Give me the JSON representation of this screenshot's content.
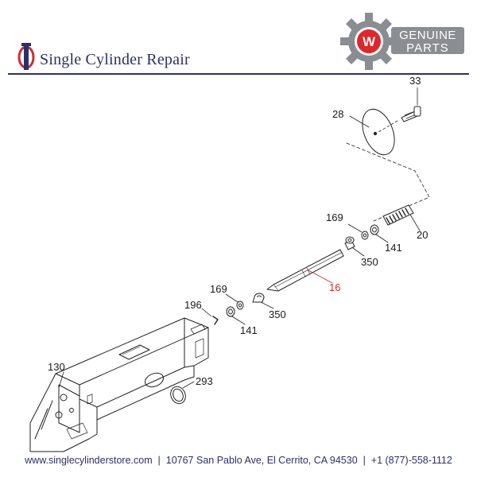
{
  "header": {
    "brand_name": "Single Cylinder Repair",
    "badge_line1": "GENUINE",
    "badge_line2": "PARTS",
    "badge_letter": "W"
  },
  "diagram": {
    "callouts": {
      "p33": "33",
      "p28": "28",
      "p169a": "169",
      "p20": "20",
      "p141a": "141",
      "p350a": "350",
      "p16": "16",
      "p169b": "169",
      "p196": "196",
      "p350b": "350",
      "p141b": "141",
      "p130": "130",
      "p293": "293"
    }
  },
  "footer": {
    "text": "www.singlecylinderstore.com  |  10767 San Pablo Ave, El Cerrito, CA 94530  |  +1 (877)-558-1112"
  },
  "colors": {
    "brand": "#2b2f6b",
    "accent_red": "#d42a2a",
    "badge_gray": "#8a8d91"
  }
}
